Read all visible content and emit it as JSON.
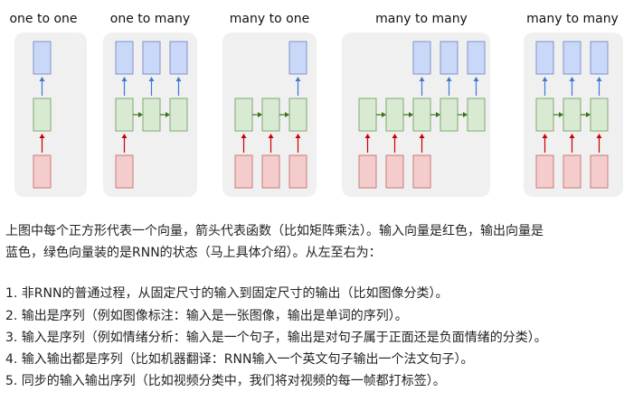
{
  "diagrams": [
    {
      "title": "one to one",
      "inputs": [
        0
      ],
      "hidden": [
        0
      ],
      "outputs": [
        0
      ]
    },
    {
      "title": "one to many",
      "inputs": [
        0
      ],
      "hidden": [
        0,
        1,
        2
      ],
      "outputs": [
        0,
        1,
        2
      ]
    },
    {
      "title": "many to one",
      "inputs": [
        0,
        1,
        2
      ],
      "hidden": [
        0,
        1,
        2
      ],
      "outputs": [
        2
      ]
    },
    {
      "title": "many to many",
      "inputs": [
        0,
        1,
        2
      ],
      "hidden": [
        0,
        1,
        2,
        3,
        4
      ],
      "outputs": [
        2,
        3,
        4
      ]
    },
    {
      "title": "many to many",
      "inputs": [
        0,
        1,
        2
      ],
      "hidden": [
        0,
        1,
        2
      ],
      "outputs": [
        0,
        1,
        2
      ]
    }
  ],
  "colors": {
    "input_fill": "#f4cccc",
    "input_stroke": "#c77b7b",
    "hidden_fill": "#d9ead3",
    "hidden_stroke": "#7fa86e",
    "output_fill": "#c9d7f8",
    "output_stroke": "#7f93c7",
    "arrow_red": "#cc0000",
    "arrow_blue": "#3c78d8",
    "arrow_green": "#38761d",
    "panel_bg": "#f0f0f0"
  },
  "description": {
    "line1": "上图中每个正方形代表一个向量，箭头代表函数（比如矩阵乘法）。输入向量是红色，输出向量是",
    "line2": "蓝色，绿色向量装的是RNN的状态（马上具体介绍）。从左至右为：",
    "items": [
      "1. 非RNN的普通过程，从固定尺寸的输入到固定尺寸的输出（比如图像分类）。",
      "2. 输出是序列（例如图像标注：输入是一张图像，输出是单词的序列）。",
      "3. 输入是序列（例如情绪分析：输入是一个句子，输出是对句子属于正面还是负面情绪的分类）。",
      "4. 输入输出都是序列（比如机器翻译：RNN输入一个英文句子输出一个法文句子）。",
      "5. 同步的输入输出序列（比如视频分类中，我们将对视频的每一帧都打标签）。"
    ]
  }
}
